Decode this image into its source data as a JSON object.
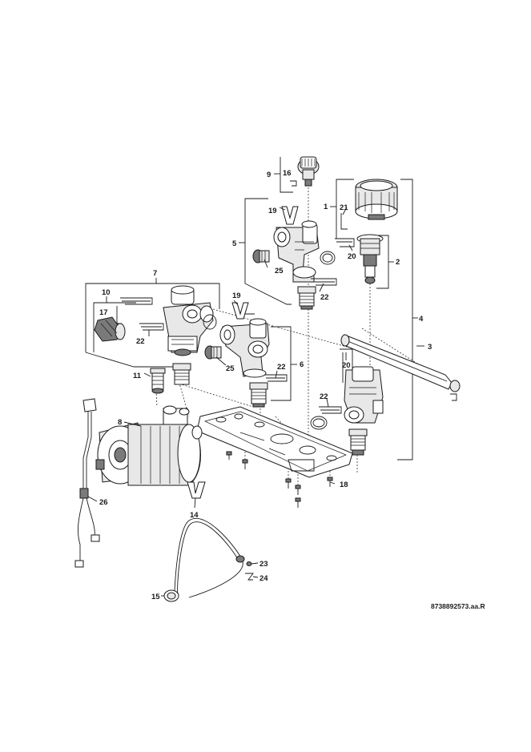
{
  "doc_ref": "8738892573.aa.R",
  "labels": {
    "l1": "1",
    "l2": "2",
    "l3": "3",
    "l4": "4",
    "l5": "5",
    "l6": "6",
    "l7": "7",
    "l8": "8",
    "l9": "9",
    "l10": "10",
    "l11": "11",
    "l14": "14",
    "l15": "15",
    "l16": "16",
    "l17": "17",
    "l18": "18",
    "l19a": "19",
    "l19b": "19",
    "l20a": "20",
    "l20b": "20",
    "l21": "21",
    "l22a": "22",
    "l22b": "22",
    "l22c": "22",
    "l22d": "22",
    "l23": "23",
    "l24": "24",
    "l25a": "25",
    "l25b": "25",
    "l26": "26"
  }
}
